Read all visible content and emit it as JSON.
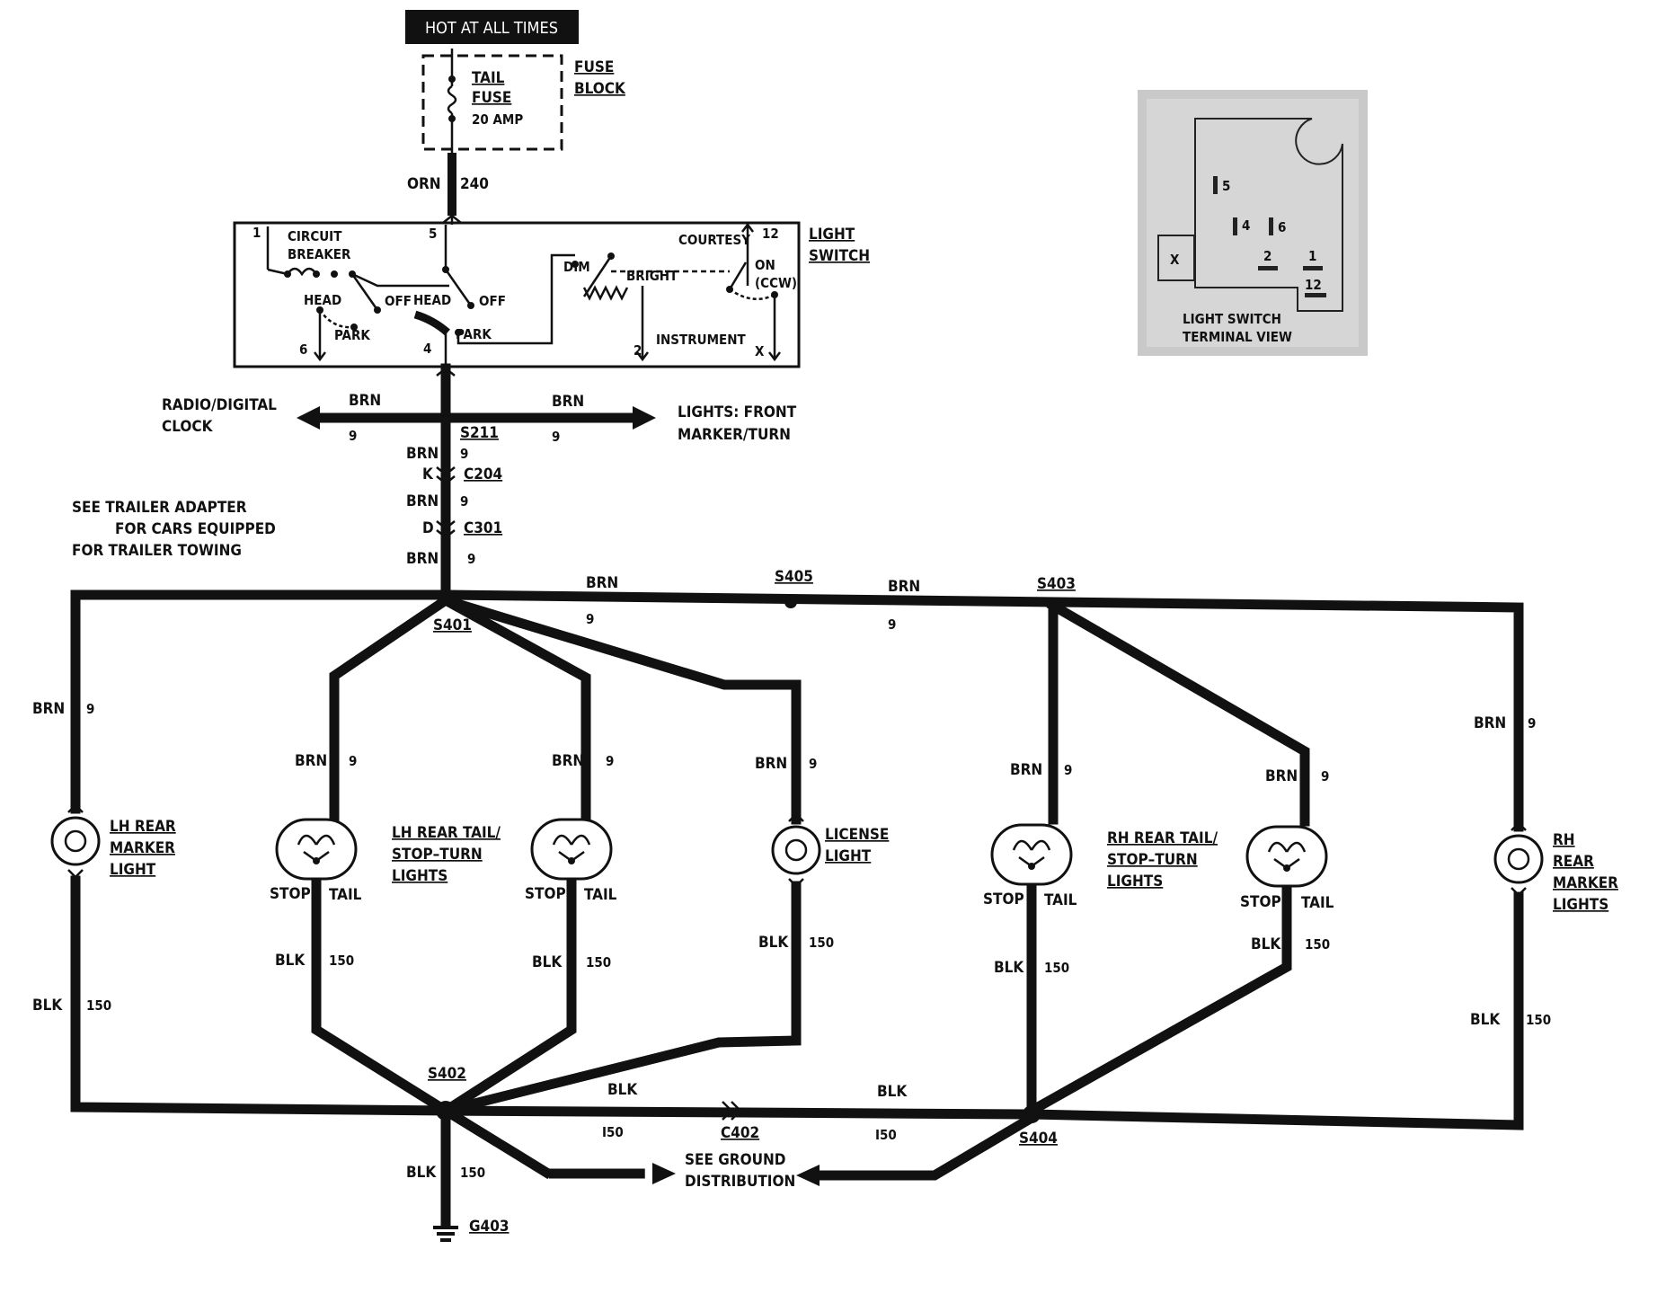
{
  "hot_label": "HOT AT ALL TIMES",
  "fuse": {
    "name1": "TAIL",
    "name2": "FUSE",
    "rating": "20 AMP",
    "block1": "FUSE",
    "block2": "BLOCK"
  },
  "feed": {
    "color": "ORN",
    "circuit": "240"
  },
  "switch": {
    "title1": "LIGHT",
    "title2": "SWITCH",
    "circuit_breaker1": "CIRCUIT",
    "circuit_breaker2": "BREAKER",
    "head": "HEAD",
    "off": "OFF",
    "park": "PARK",
    "courtesy": "COURTESY",
    "on": "ON",
    "ccw": "(CCW)",
    "dim": "DIM",
    "bright": "BRIGHT",
    "instrument": "INSTRUMENT",
    "t1": "1",
    "t5": "5",
    "t12": "12",
    "t6": "6",
    "t4": "4",
    "t2": "2",
    "tx": "X"
  },
  "branch": {
    "left1": "RADIO/DIGITAL",
    "left2": "CLOCK",
    "right1": "LIGHTS: FRONT",
    "right2": "MARKER/TURN",
    "splice": "S211"
  },
  "connectors": {
    "c204": "C204",
    "c204_pin": "K",
    "c301": "C301",
    "c301_pin": "D"
  },
  "trailer_note": [
    "SEE TRAILER ADAPTER",
    "FOR CARS EQUIPPED",
    "FOR TRAILER TOWING"
  ],
  "splices": {
    "s401": "S401",
    "s405": "S405",
    "s403": "S403",
    "s402": "S402",
    "s404": "S404"
  },
  "brn": "BRN",
  "blk": "BLK",
  "c9": "9",
  "c150": "150",
  "c150b": "I50",
  "lamps": {
    "lh_marker": [
      "LH REAR",
      "MARKER",
      "LIGHT"
    ],
    "lh_tail": [
      "LH REAR TAIL/",
      "STOP–TURN",
      "LIGHTS"
    ],
    "license": [
      "LICENSE",
      "LIGHT"
    ],
    "rh_tail": [
      "RH REAR TAIL/",
      "STOP–TURN",
      "LIGHTS"
    ],
    "rh_marker": [
      "RH",
      "REAR",
      "MARKER",
      "LIGHTS"
    ],
    "stop": "STOP",
    "tail": "TAIL"
  },
  "ground": {
    "c402": "C402",
    "see1": "SEE GROUND",
    "see2": "DISTRIBUTION",
    "g403": "G403"
  },
  "terminal_view": {
    "title1": "LIGHT SWITCH",
    "title2": "TERMINAL VIEW",
    "p5": "5",
    "p4": "4",
    "p6": "6",
    "p2": "2",
    "p1": "1",
    "p12": "12",
    "px": "X"
  }
}
